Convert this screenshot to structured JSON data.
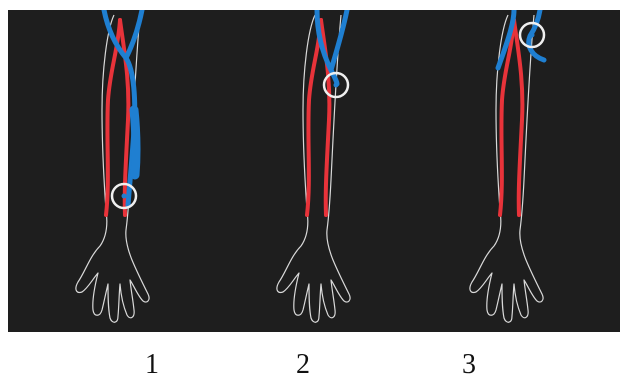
{
  "colors": {
    "background": "#1e1e1e",
    "artery": "#e8333a",
    "vein": "#1f7fd1",
    "outline": "#d9d9d9",
    "marker": "#efefef"
  },
  "panels": [
    {
      "label": "1",
      "marker_icon": "puncture-site-ring-icon"
    },
    {
      "label": "2",
      "marker_icon": "puncture-site-ring-icon"
    },
    {
      "label": "3",
      "marker_icon": "puncture-site-ring-icon"
    }
  ]
}
